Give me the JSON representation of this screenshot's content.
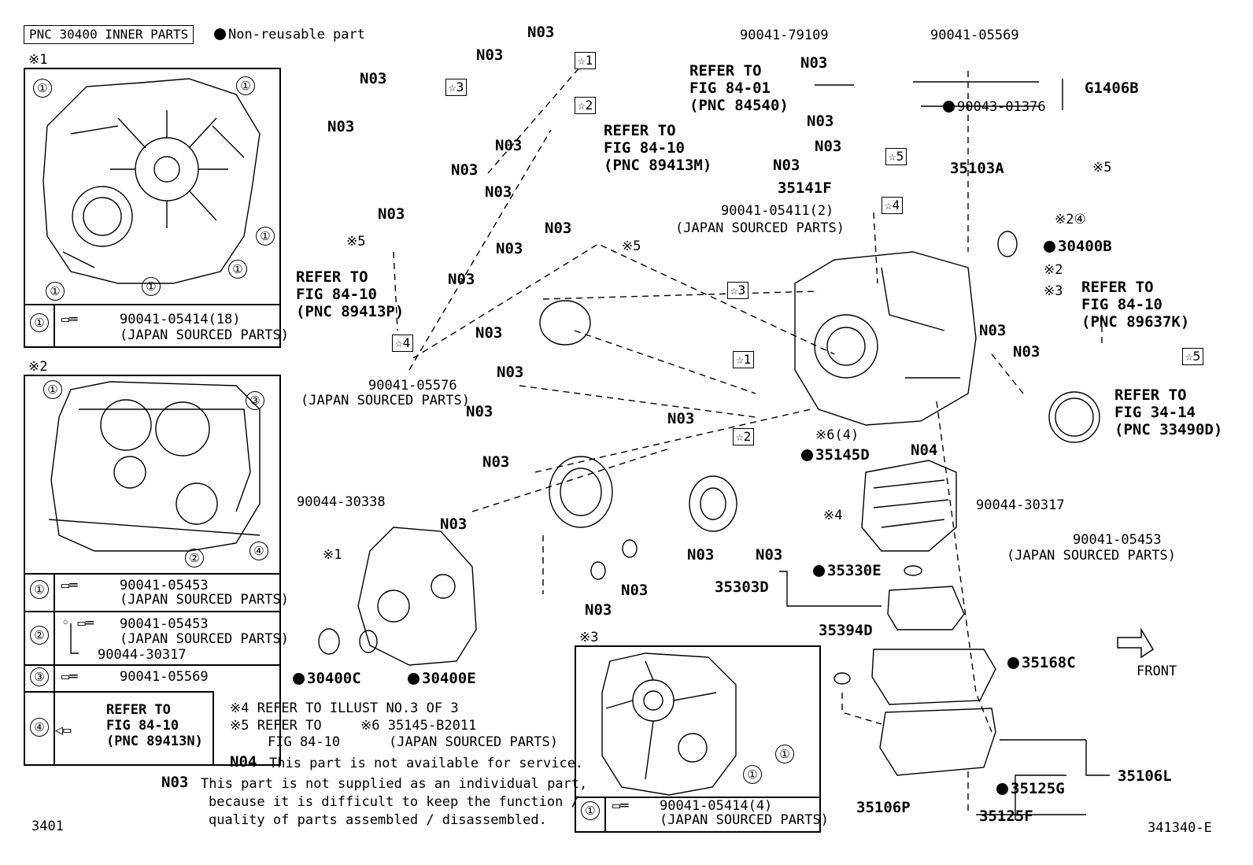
{
  "header": {
    "pnc_box": "PNC 30400 INNER PARTS",
    "legend_text": "Non-reusable part"
  },
  "insets": {
    "i1": {
      "mark": "※1",
      "rows": [
        {
          "num": "①",
          "part": "90041-05414(18)",
          "note": "(JAPAN SOURCED PARTS)"
        }
      ]
    },
    "i2": {
      "mark": "※2",
      "rows": [
        {
          "num": "①",
          "part": "90041-05453",
          "note": "(JAPAN SOURCED PARTS)"
        },
        {
          "num": "②",
          "part": "90041-05453",
          "note": "(JAPAN SOURCED PARTS)",
          "part2": "90044-30317"
        },
        {
          "num": "③",
          "part": "90041-05569"
        },
        {
          "num": "④",
          "ref1": "REFER TO",
          "ref2": "FIG 84-10",
          "ref3": "(PNC 89413N)"
        }
      ]
    },
    "i3": {
      "mark": "※3",
      "rows": [
        {
          "num": "①",
          "part": "90041-05414(4)",
          "note": "(JAPAN SOURCED PARTS)"
        }
      ]
    }
  },
  "notes": {
    "n4": "※4  REFER TO ILLUST NO.3 OF 3",
    "n5a": "※5   REFER TO",
    "n5b": "FIG 84-10",
    "n6a": "※6  35145-B2011",
    "n6b": "(JAPAN SOURCED PARTS)",
    "n04_code": "N04",
    "n04_text": "This part is not available for service.",
    "n03_code": "N03",
    "n03_text1": "This part is not supplied as an individual part,",
    "n03_text2": "because it is difficult to keep the function /",
    "n03_text3": "quality of parts assembled / disassembled."
  },
  "footer": {
    "left": "3401",
    "right": "341340-E"
  },
  "front_label": "FRONT",
  "labels": {
    "n03": "N03",
    "n04": "N04",
    "star1": "☆1",
    "star2": "☆2",
    "star3": "☆3",
    "star4": "☆4",
    "star5": "☆5",
    "kome1": "※1",
    "kome2": "※2",
    "kome3": "※3",
    "kome4": "※4",
    "kome5": "※5",
    "kome6": "※6(4)",
    "kome2_4": "※2④",
    "refer_to": "REFER TO",
    "fig_84_01": "FIG 84-01",
    "pnc_84540": "(PNC 84540)",
    "fig_84_10": "FIG 84-10",
    "pnc_89413m": "(PNC 89413M)",
    "pnc_89413p": "(PNC 89413P)",
    "pnc_89637k": "(PNC 89637K)",
    "fig_34_14": "FIG 34-14",
    "pnc_33490d": "(PNC 33490D)",
    "japan": "(JAPAN SOURCED PARTS)",
    "p_90041_79109": "90041-79109",
    "p_90041_05569": "90041-05569",
    "p_90043_01376": "90043-01376",
    "p_g1406b": "G1406B",
    "p_35103a": "35103A",
    "p_35141f": "35141F",
    "p_90041_05411": "90041-05411(2)",
    "p_30400b": "30400B",
    "p_90041_05576": "90041-05576",
    "p_90044_30338": "90044-30338",
    "p_30400c": "30400C",
    "p_30400e": "30400E",
    "p_35145d": "35145D",
    "p_90044_30317": "90044-30317",
    "p_90041_05453": "90041-05453",
    "p_35330e": "35330E",
    "p_35303d": "35303D",
    "p_35394d": "35394D",
    "p_35168c": "35168C",
    "p_35106l": "35106L",
    "p_35125g": "35125G",
    "p_35125f": "35125F",
    "p_35106p": "35106P"
  }
}
